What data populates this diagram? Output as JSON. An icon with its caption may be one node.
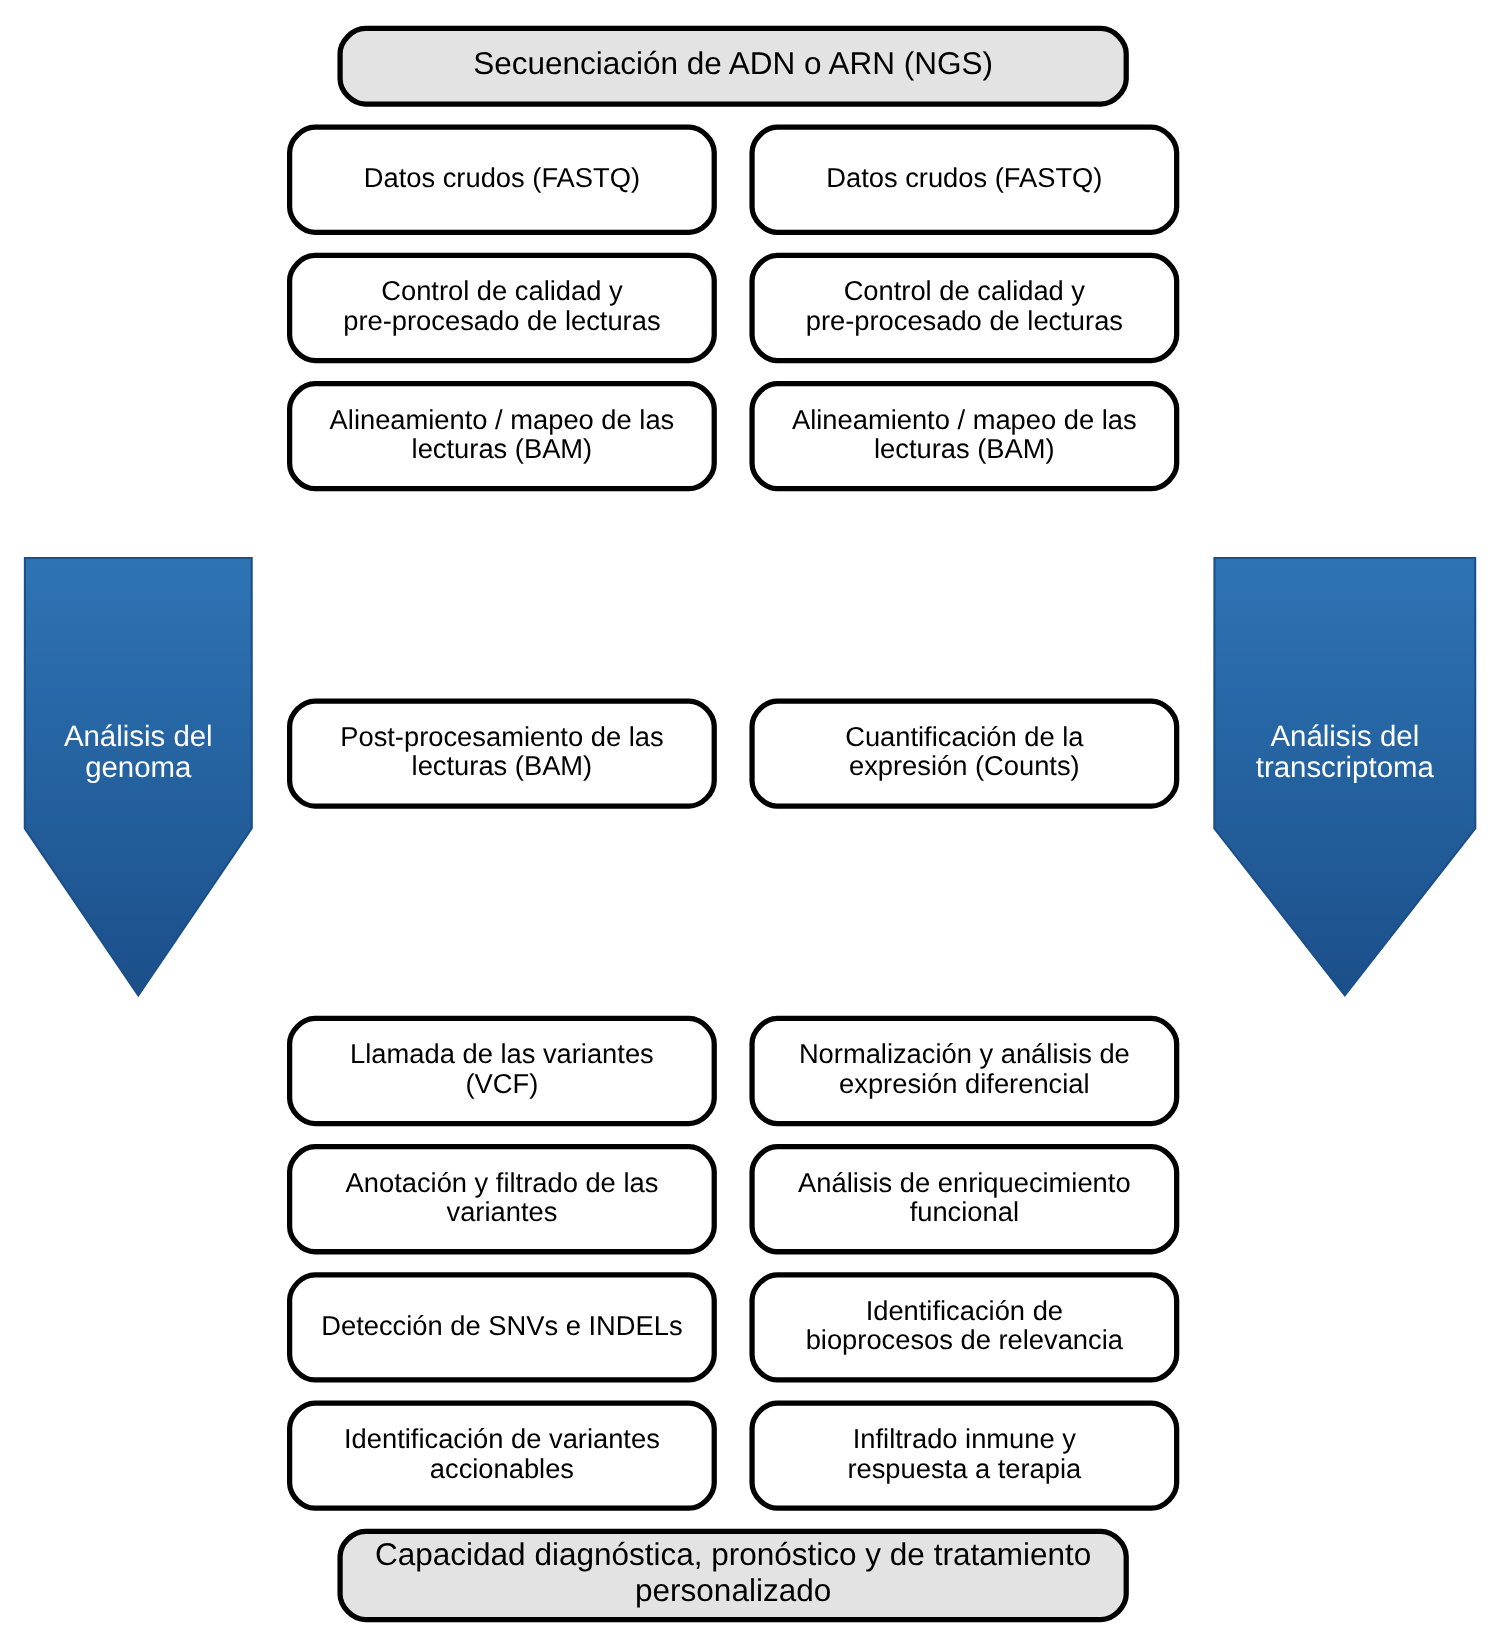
{
  "diagram": {
    "nodes": [
      {
        "text": [
          "Secuenciación de ADN o ARN (NGS)"
        ]
      },
      {
        "text": [
          "Análisis del genoma"
        ]
      },
      {
        "text": [
          "Datos crudos (FASTQ)"
        ]
      },
      {
        "text": [
          "Control de calidad y pre-procesado de lecturas"
        ]
      },
      {
        "text": [
          "Alineamiento / mapeo de las lecturas (BAM)"
        ]
      },
      {
        "text": [
          "Post-procesamiento de las lecturas (BAM)"
        ]
      },
      {
        "text": [
          "Llamada de las variantes (VCF)"
        ]
      },
      {
        "text": [
          "Anotación y filtrado de las variantes"
        ]
      },
      {
        "text": [
          "Detección de SNVs e INDELs"
        ]
      },
      {
        "text": [
          "Identificación de variantes accionables"
        ]
      },
      {
        "text": [
          "Datos crudos (FASTQ)"
        ]
      },
      {
        "text": [
          "Control de calidad y pre-procesado de lecturas"
        ]
      },
      {
        "text": [
          "Alineamiento / mapeo de las lecturas (BAM)"
        ]
      },
      {
        "text": [
          "Cuantificación de la expresión (Counts)"
        ]
      },
      {
        "text": [
          "Normalización y análisis de expresión diferencial"
        ]
      },
      {
        "text": [
          "Análisis de enriquecimiento funcional"
        ]
      },
      {
        "text": [
          "Identificación de bioprocesos de relevancia"
        ]
      },
      {
        "text": [
          "Infiltrado inmune y respuesta a terapia"
        ]
      },
      {
        "text": [
          "Análisis del transcriptoma"
        ]
      },
      {
        "text": [
          "Capacidad diagnóstica, pronóstico y de tratamiento personalizado"
        ]
      }
    ],
    "edges": []
  }
}
